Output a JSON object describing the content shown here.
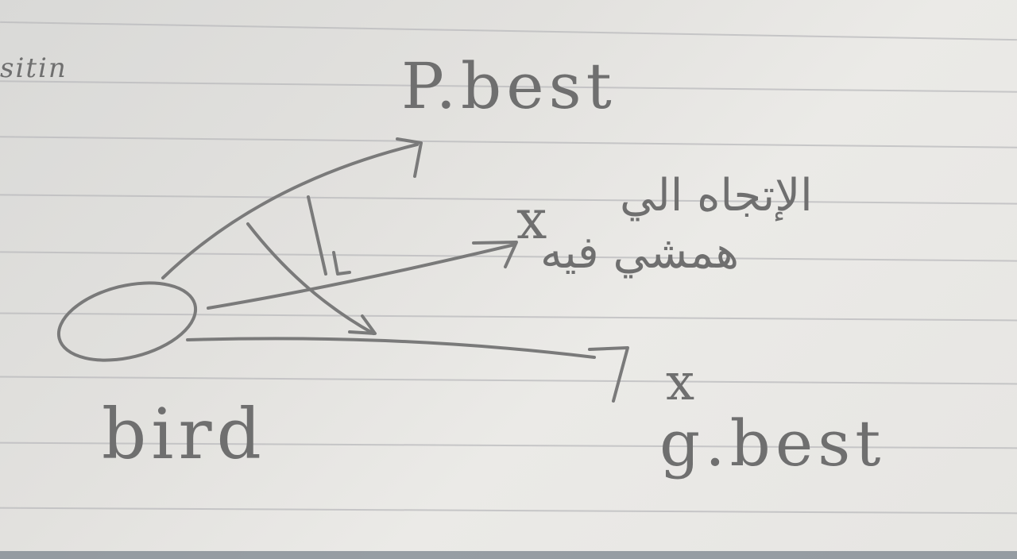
{
  "labels": {
    "p_best": "P.best",
    "g_best": "g.best",
    "bird": "bird",
    "margin_note": "sitin",
    "arabic_line1": "الإتجاه الي",
    "arabic_line2": "همشي فيه",
    "x_mark_1": "x",
    "x_mark_2": "x"
  },
  "colors": {
    "ink": "#7a7a7a",
    "rule": "#b9b9bc"
  }
}
